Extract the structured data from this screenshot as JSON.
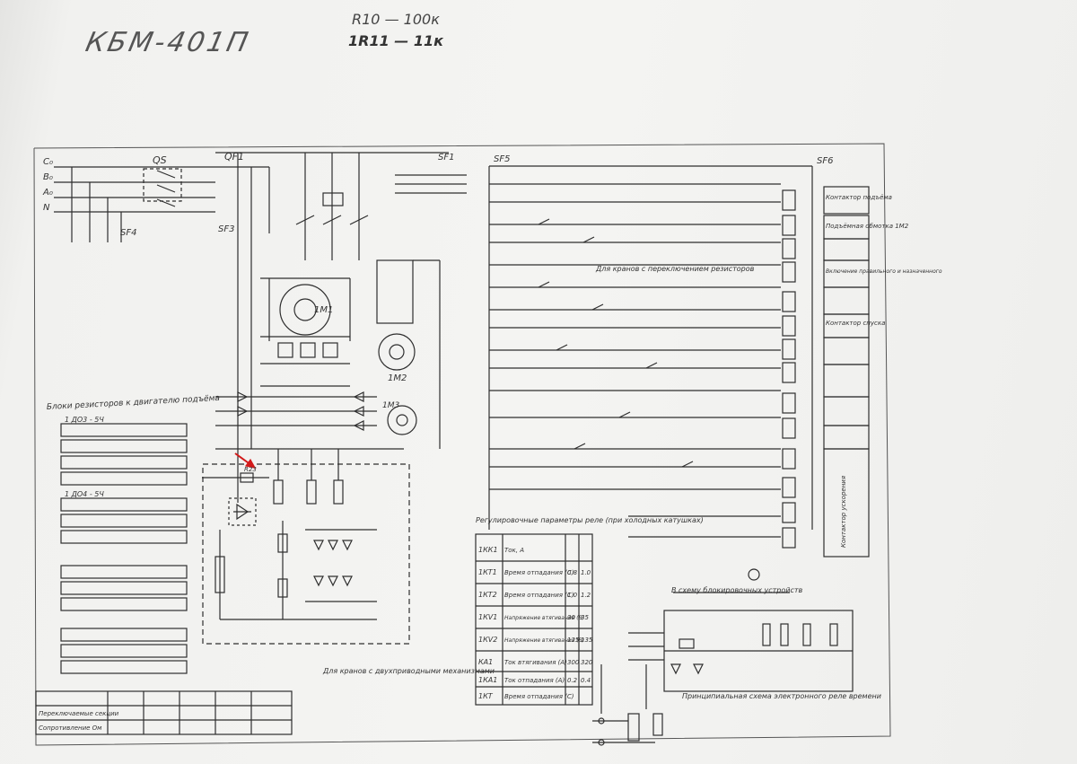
{
  "header": {
    "title": "КБМ-401П",
    "note_r10": "R10 — 100к",
    "note_r11": "1R11 — 11к"
  },
  "supply": {
    "phase_labels": [
      "C₀",
      "B₀",
      "A₀",
      "N"
    ],
    "breakers": [
      "QS",
      "QF1",
      "SF1",
      "SF3",
      "SF4",
      "SF5",
      "SF6"
    ]
  },
  "motors": [
    "1М1",
    "1М2",
    "1М3"
  ],
  "coil_labels": [
    "Контактор подъёма",
    "Контактор спуска",
    "Подъёмная обмотка 1М2",
    "Включение правильного и назначенного",
    "Контактор ускорения"
  ],
  "blocks": {
    "resistor_blocks": "Блоки резисторов к двигателю подъёма",
    "block_id_1": "1 ДО3 - 5Ч",
    "block_id_2": "1 ДО4 - 5Ч"
  },
  "notes": {
    "cranes_switching": "Для кранов с переключением резисторов",
    "cranes_two_drive": "Для кранов с двухприводными механизмами",
    "signaling": "В схему блокировочных устройств"
  },
  "table": {
    "title": "Регулировочные параметры реле (при холодных катушках)",
    "rows": [
      {
        "relay": "1КК1",
        "param": "Ток, А",
        "v1": "",
        "v2": ""
      },
      {
        "relay": "1КТ1",
        "param": "Время отпадания (С)",
        "v1": "0.8",
        "v2": "1.0"
      },
      {
        "relay": "1КТ2",
        "param": "Время отпадания (С)",
        "v1": "1.0",
        "v2": "1.2"
      },
      {
        "relay": "1КV1",
        "param": "Напряжение втягивания (В)",
        "v1": "30",
        "v2": "35"
      },
      {
        "relay": "1КV2",
        "param": "Напряжение втягивания (В)",
        "v1": "125",
        "v2": "135"
      },
      {
        "relay": "КА1",
        "param": "Ток втягивания (А)",
        "v1": "300",
        "v2": "320"
      },
      {
        "relay": "1КА1",
        "param": "Ток отпадания (А)",
        "v1": "0.2",
        "v2": "0.4"
      },
      {
        "relay": "1КТ",
        "param": "Время отпадания (С)",
        "v1": "",
        "v2": ""
      }
    ]
  },
  "bottom_table": {
    "row1": "Переключаемые секции",
    "row2": "Сопротивление Ом"
  },
  "small_schematic_caption": "Принципиальная схема электронного реле времени",
  "red_arrow_target": "R23"
}
